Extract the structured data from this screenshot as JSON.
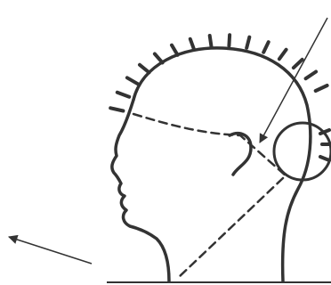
{
  "figure": {
    "stroke_color": "#333333",
    "background_color": "#ffffff",
    "ray_count": 18,
    "elements": [
      "head-profile",
      "radiating-rays",
      "dashed-skull-lines",
      "ear-region-circle",
      "incoming-arrow",
      "outgoing-arrow",
      "ground-line"
    ]
  }
}
